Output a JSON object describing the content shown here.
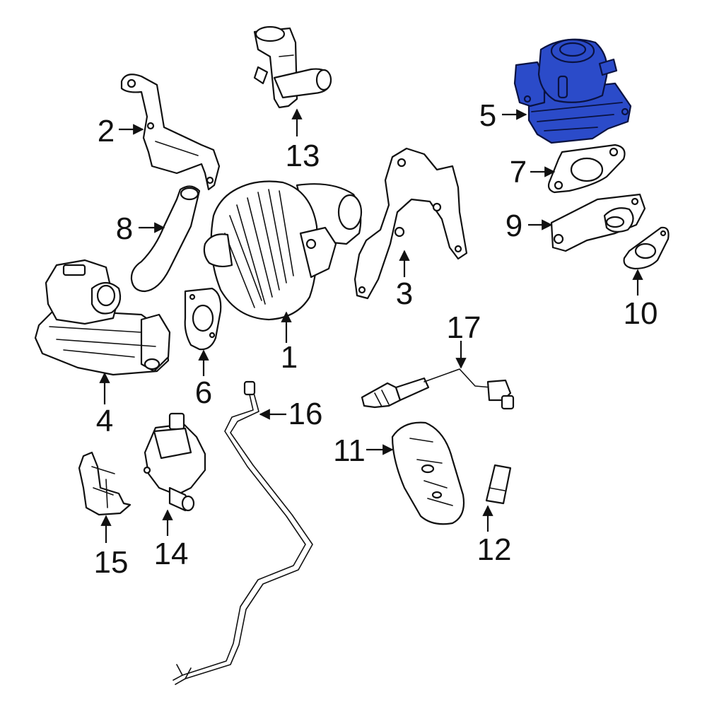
{
  "diagram": {
    "highlight_color": "#2b4bc9",
    "callouts": [
      {
        "id": "1",
        "label": "1"
      },
      {
        "id": "2",
        "label": "2"
      },
      {
        "id": "3",
        "label": "3"
      },
      {
        "id": "4",
        "label": "4"
      },
      {
        "id": "5",
        "label": "5"
      },
      {
        "id": "6",
        "label": "6"
      },
      {
        "id": "7",
        "label": "7"
      },
      {
        "id": "8",
        "label": "8"
      },
      {
        "id": "9",
        "label": "9"
      },
      {
        "id": "10",
        "label": "10"
      },
      {
        "id": "11",
        "label": "11"
      },
      {
        "id": "12",
        "label": "12"
      },
      {
        "id": "13",
        "label": "13"
      },
      {
        "id": "14",
        "label": "14"
      },
      {
        "id": "15",
        "label": "15"
      },
      {
        "id": "16",
        "label": "16"
      },
      {
        "id": "17",
        "label": "17"
      }
    ],
    "highlighted_part": "5"
  }
}
